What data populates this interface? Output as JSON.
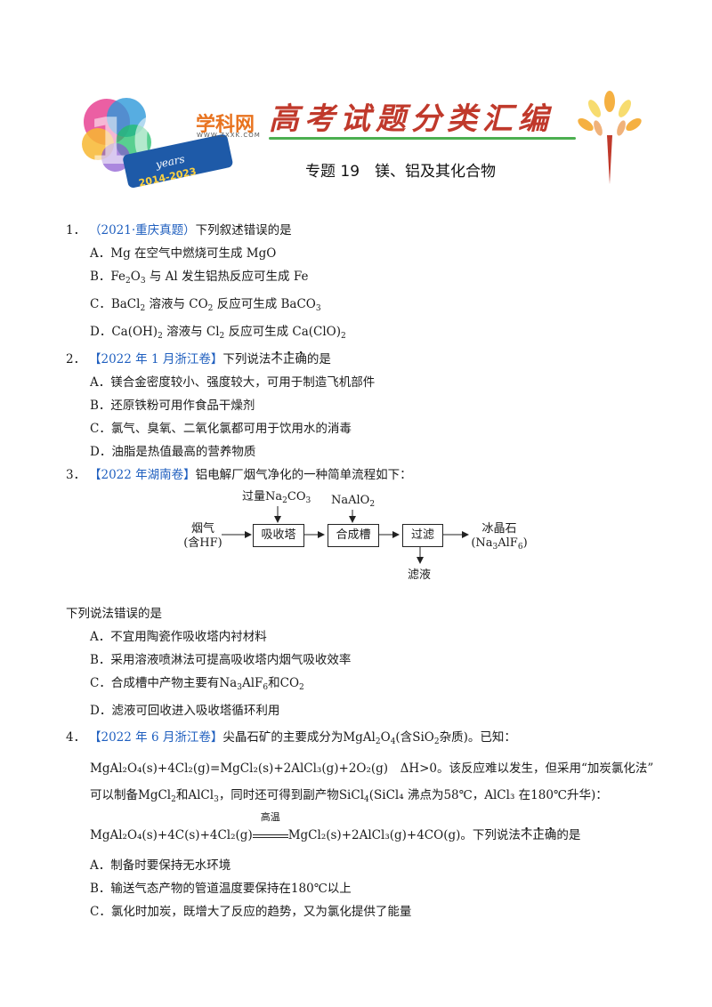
{
  "header": {
    "logo_text": "学科网",
    "logo_url": "WWW.ZXXK.COM",
    "badge_years": "years",
    "badge_range": "2014-2023",
    "banner": "高考试题分类汇编",
    "subtitle": "专题 19　镁、铝及其化合物"
  },
  "q1": {
    "num": "1．",
    "src": "（2021·重庆真题）",
    "stem": "下列叙述错误的是",
    "a": "A．Mg 在空气中燃烧可生成 MgO",
    "b_pre": "B．Fe",
    "b_s1": "2",
    "b_mid": "O",
    "b_s2": "3",
    "b_post": " 与 Al 发生铝热反应可生成 Fe",
    "c_pre": "C．BaCl",
    "c_s1": "2",
    "c_mid": " 溶液与 CO",
    "c_s2": "2",
    "c_mid2": " 反应可生成 BaCO",
    "c_s3": "3",
    "d_pre": "D．Ca(OH)",
    "d_s1": "2",
    "d_mid": " 溶液与 Cl",
    "d_s2": "2",
    "d_mid2": " 反应可生成 Ca(ClO)",
    "d_s3": "2"
  },
  "q2": {
    "num": "2．",
    "src": "【2022 年 1 月浙江卷】",
    "stem_pre": "下列说法",
    "stem_dot1": "不",
    "stem_dot2": "正",
    "stem_dot3": "确",
    "stem_post": "的是",
    "a": "A．镁合金密度较小、强度较大，可用于制造飞机部件",
    "b": "B．还原铁粉可用作食品干燥剂",
    "c": "C．氯气、臭氧、二氧化氯都可用于饮用水的消毒",
    "d": "D．油脂是热值最高的营养物质"
  },
  "q3": {
    "num": "3．",
    "src": "【2022 年湖南卷】",
    "stem": "铝电解厂烟气净化的一种简单流程如下：",
    "flow": {
      "in1_a": "过量Na",
      "in1_s": "2",
      "in1_b": "CO",
      "in1_s2": "3",
      "in2_a": "NaAlO",
      "in2_s": "2",
      "feed1": "烟气",
      "feed2": "(含HF)",
      "box1": "吸收塔",
      "box2": "合成槽",
      "box3": "过滤",
      "out1": "冰晶石",
      "out2_a": "(Na",
      "out2_s": "3",
      "out2_b": "AlF",
      "out2_s2": "6",
      "out2_c": ")",
      "waste": "滤液"
    },
    "after": "下列说法错误的是",
    "a": "A．不宜用陶瓷作吸收塔内衬材料",
    "b": "B．采用溶液喷淋法可提高吸收塔内烟气吸收效率",
    "c_pre": "C．合成槽中产物主要有",
    "c_f1": "Na",
    "c_f1s": "3",
    "c_f1b": "AlF",
    "c_f1s2": "6",
    "c_and": "和",
    "c_f2": "CO",
    "c_f2s": "2",
    "d": "D．滤液可回收进入吸收塔循环利用"
  },
  "q4": {
    "num": "4．",
    "src": "【2022 年 6 月浙江卷】",
    "stem1_pre": "尖晶石矿的主要成分为",
    "stem1_f": "MgAl",
    "stem1_s1": "2",
    "stem1_f2": "O",
    "stem1_s2": "4",
    "stem1_mid": "(含",
    "stem1_g": "SiO",
    "stem1_gs": "2",
    "stem1_post": "杂质)。已知：",
    "eq1": "MgAl₂O₄(s)+4Cl₂(g)=MgCl₂(s)+2AlCl₃(g)+2O₂(g)　ΔH>0",
    "eq1_post": "。该反应难以发生，但采用“加炭氯化法”",
    "line3_pre": "可以制备",
    "line3_f1": "MgCl",
    "line3_f1s": "2",
    "line3_and": "和",
    "line3_f2": "AlCl",
    "line3_f2s": "3",
    "line3_mid": "，同时还可得到副产物",
    "line3_f3": "SiCl",
    "line3_f3s": "4",
    "line3_post": "(SiCl₄ 沸点为58℃，AlCl₃ 在180℃升华)：",
    "eq2_left": "MgAl₂O₄(s)+4C(s)+4Cl₂(g)",
    "eq2_cond": "高温",
    "eq2_right": "MgCl₂(s)+2AlCl₃(g)+4CO(g)",
    "eq2_post_pre": "。下列说法",
    "eq2_dot1": "不",
    "eq2_dot2": "正",
    "eq2_dot3": "确",
    "eq2_post": "的是",
    "a": "A．制备时要保持无水环境",
    "b_pre": "B．输送气态产物的管道温度要保持在",
    "b_val": "180℃",
    "b_post": "以上",
    "c": "C．氯化时加炭，既增大了反应的趋势，又为氯化提供了能量"
  }
}
